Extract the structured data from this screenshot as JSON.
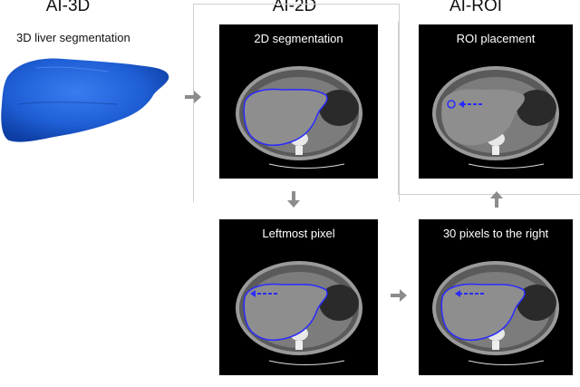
{
  "sections": {
    "ai3d": {
      "title": "AI-3D",
      "caption": "3D liver segmentation"
    },
    "ai2d": {
      "title": "AI-2D"
    },
    "airoi": {
      "title": "AI-ROI"
    }
  },
  "panels": {
    "seg2d": {
      "label": "2D segmentation"
    },
    "leftmost": {
      "label": "Leftmost pixel"
    },
    "shift30": {
      "label": "30 pixels to the right"
    },
    "roi": {
      "label": "ROI placement"
    }
  },
  "colors": {
    "liver_3d": "#1f5fd6",
    "liver_outline": "#2a2aff",
    "arrow_gray": "#8c8c8c",
    "panel_bg": "#000000"
  },
  "icons": {
    "flow_arrow": "right-arrow / down-arrow / up-arrow (gray)"
  }
}
